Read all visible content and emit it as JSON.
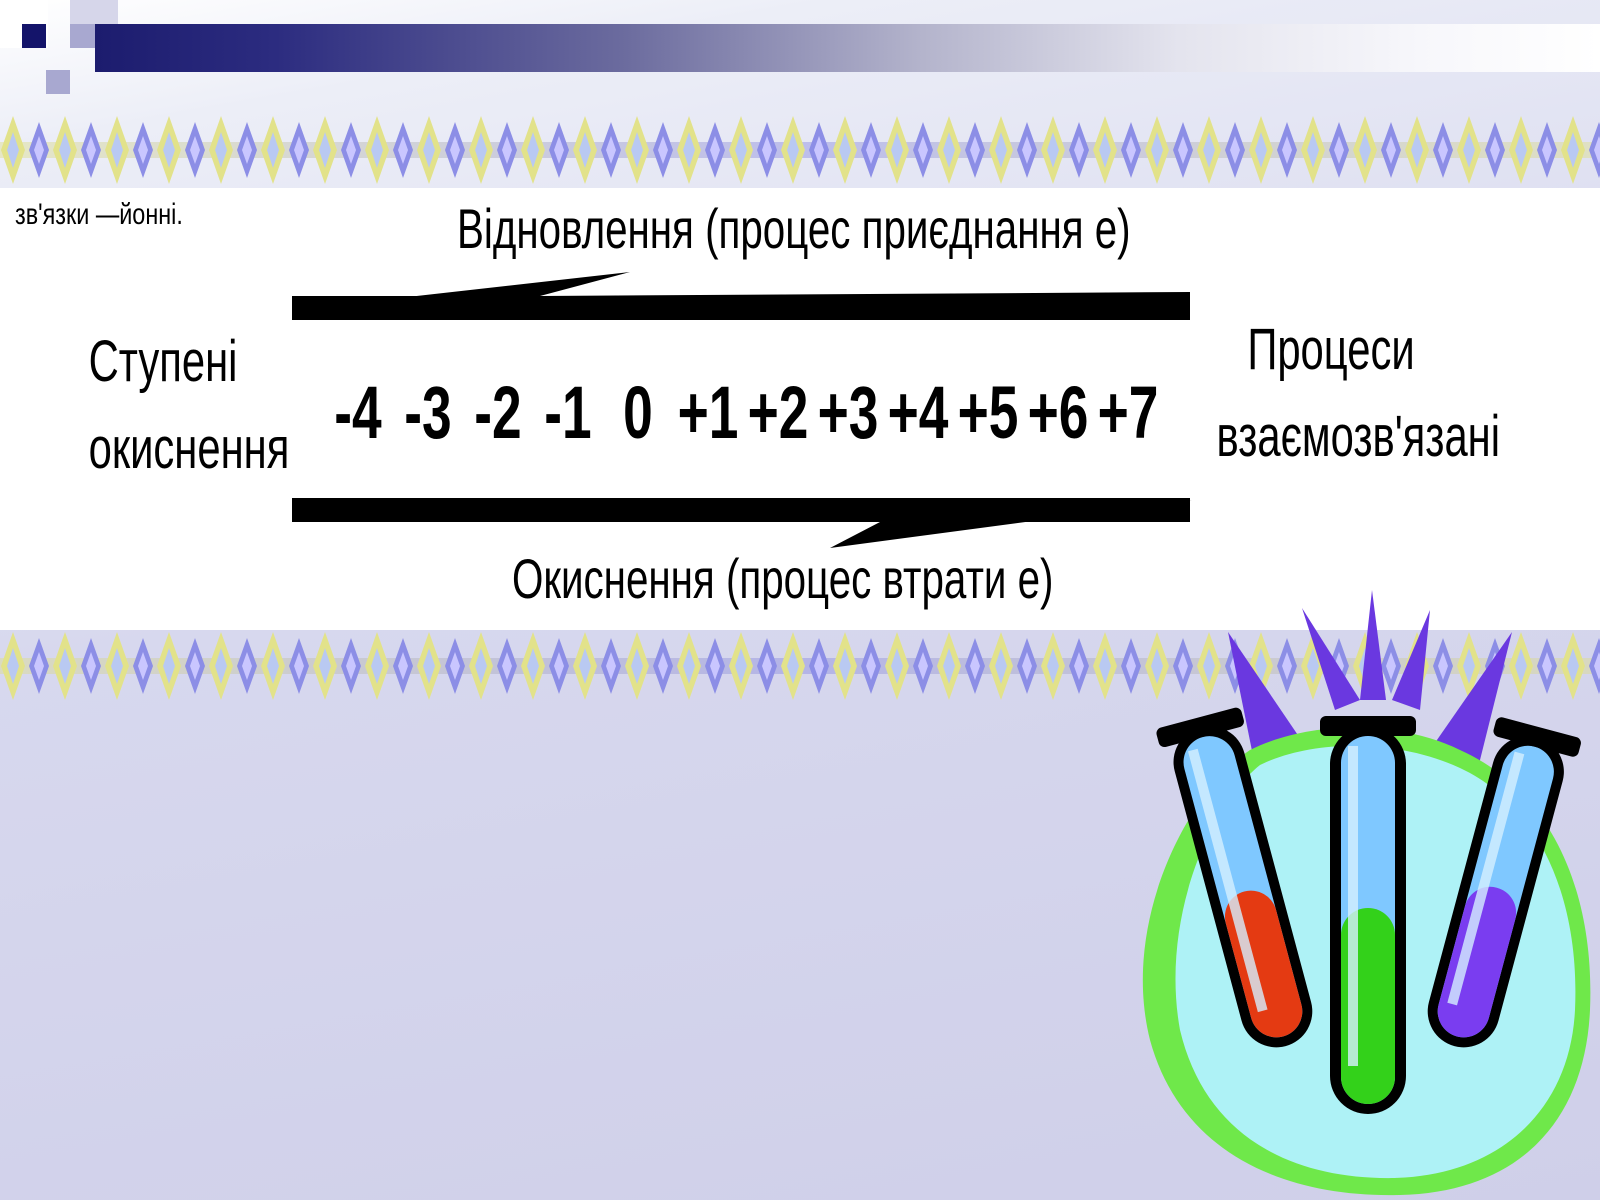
{
  "diagram": {
    "fragment_text": "зв'язки —йонні.",
    "reduction_label": "Відновлення (процес приєднання е)",
    "oxidation_label": "Окиснення (процес втрати  е)",
    "left_label_line1": "Ступені",
    "left_label_line2": "окиснення",
    "right_label_line1": "Процеси",
    "right_label_line2": "взаємозв'язані",
    "oxidation_states": [
      "-4",
      "-3",
      "-2",
      "-1",
      "0",
      "+1",
      "+2",
      "+3",
      "+4",
      "+5",
      "+6",
      "+7"
    ],
    "superscript": "-"
  },
  "colors": {
    "header_dark": "#1c1c6e",
    "arrow": "#000000",
    "red_liquid": "#e43a12",
    "green_liquid": "#33d11a",
    "violet_liquid": "#7a3df0",
    "blob_cyan": "#aef2f6",
    "blob_green": "#6fe84a",
    "spike_violet": "#6a38e0"
  },
  "clipart": {
    "name": "test-tubes",
    "tubes": [
      "red-tube",
      "green-tube",
      "violet-tube"
    ]
  }
}
